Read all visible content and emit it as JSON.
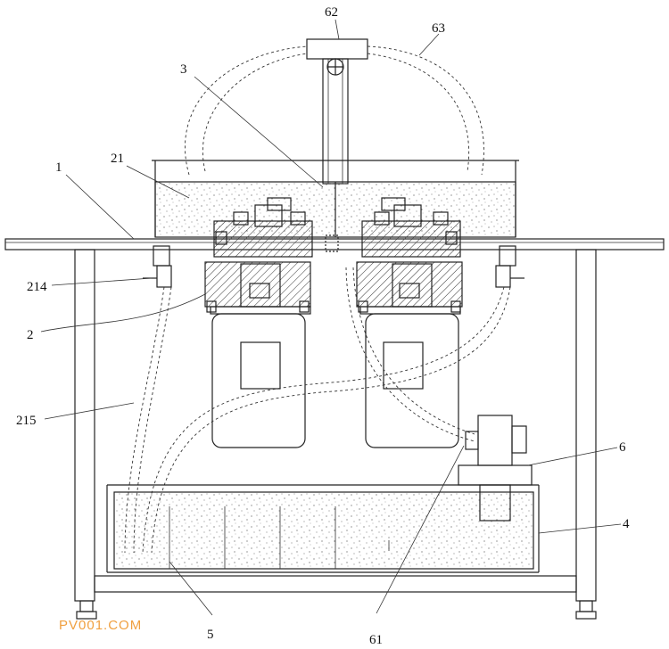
{
  "labels": {
    "l1": "1",
    "l2": "2",
    "l3": "3",
    "l4": "4",
    "l5": "5",
    "l6": "6",
    "l21": "21",
    "l61": "61",
    "l62": "62",
    "l63": "63",
    "l214": "214",
    "l215": "215"
  },
  "watermark": "PV001.COM",
  "colors": {
    "line": "#222222",
    "watermark": "#f0a040",
    "background": "#ffffff"
  }
}
